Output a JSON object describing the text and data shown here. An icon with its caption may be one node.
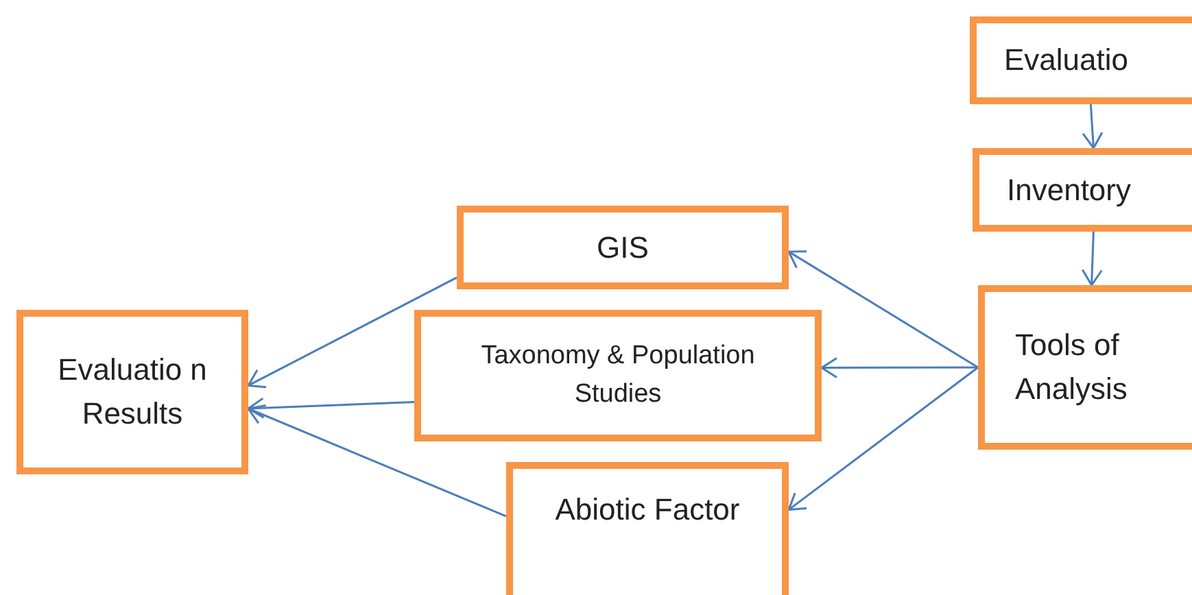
{
  "diagram": {
    "nodes": [
      {
        "text": [
          "Evaluatio"
        ]
      },
      {
        "text": [
          "Inventory"
        ]
      },
      {
        "text": [
          "GIS"
        ]
      },
      {
        "text": [
          "Tools of Analysis"
        ]
      },
      {
        "text": [
          "Evaluatio n Results"
        ]
      },
      {
        "text": [
          "Taxonomy & Population Studies"
        ]
      },
      {
        "text": [
          "Abiotic Factor"
        ]
      }
    ],
    "edges": [
      {
        "from": 0,
        "to": 1,
        "arrow": "to"
      },
      {
        "from": 1,
        "to": 3,
        "arrow": "to"
      },
      {
        "from": 3,
        "to": 2,
        "arrow": "to"
      },
      {
        "from": 3,
        "to": 5,
        "arrow": "to"
      },
      {
        "from": 3,
        "to": 6,
        "arrow": "to"
      },
      {
        "from": 2,
        "to": 4,
        "arrow": "to"
      },
      {
        "from": 5,
        "to": 4,
        "arrow": "to"
      },
      {
        "from": 6,
        "to": 4,
        "arrow": "to"
      }
    ]
  }
}
